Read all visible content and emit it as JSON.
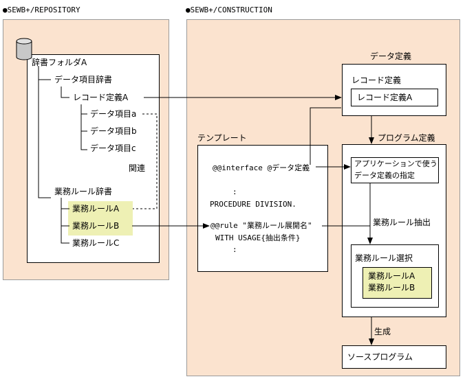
{
  "panels": {
    "repository": "●SEWB+/REPOSITORY",
    "construction": "●SEWB+/CONSTRUCTION"
  },
  "tree": {
    "root": "辞書フォルダA",
    "data_dict": "データ項目辞書",
    "record_def": "レコード定義A",
    "items": [
      "データ項目a",
      "データ項目b",
      "データ項目c"
    ],
    "relation": "関連",
    "rule_dict": "業務ルール辞書",
    "rules": [
      "業務ルールA",
      "業務ルールB",
      "業務ルールC"
    ]
  },
  "template": {
    "title": "テンプレート",
    "lines": [
      "@@interface @データ定義",
      ":",
      "PROCEDURE DIVISION.",
      "@@rule \"業務ルール展開名\"",
      "WITH USAGE{抽出条件}",
      ":"
    ]
  },
  "data_def": {
    "title": "データ定義",
    "record_label": "レコード定義",
    "record_item": "レコード定義A"
  },
  "program_def": {
    "title": "プログラム定義",
    "spec_line1": "アプリケーションで使う",
    "spec_line2": "データ定義の指定",
    "extract_label": "業務ルール抽出",
    "select_title": "業務ルール選択",
    "selected": [
      "業務ルールA",
      "業務ルールB"
    ]
  },
  "generate_label": "生成",
  "source_program": "ソースプログラム"
}
